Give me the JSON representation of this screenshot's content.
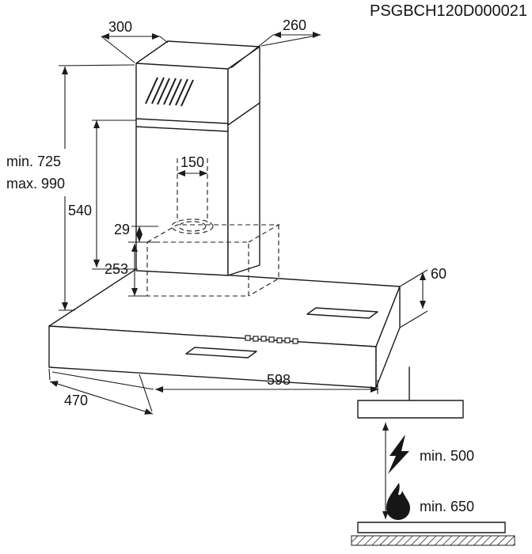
{
  "model_code": "PSGBCH120D000021",
  "dimensions": {
    "top_width": "300",
    "top_depth": "260",
    "height_min": "min. 725",
    "height_max": "max. 990",
    "chimney_height": "540",
    "duct_diameter": "150",
    "duct_offset": "29",
    "box_height": "253",
    "body_height": "60",
    "body_width": "598",
    "body_depth": "470"
  },
  "clearance": {
    "electric": "min. 500",
    "gas": "min. 650"
  },
  "icons": {
    "electric": "lightning-icon",
    "gas": "flame-icon"
  },
  "colors": {
    "line": "#1c1c1c",
    "background": "#ffffff"
  }
}
